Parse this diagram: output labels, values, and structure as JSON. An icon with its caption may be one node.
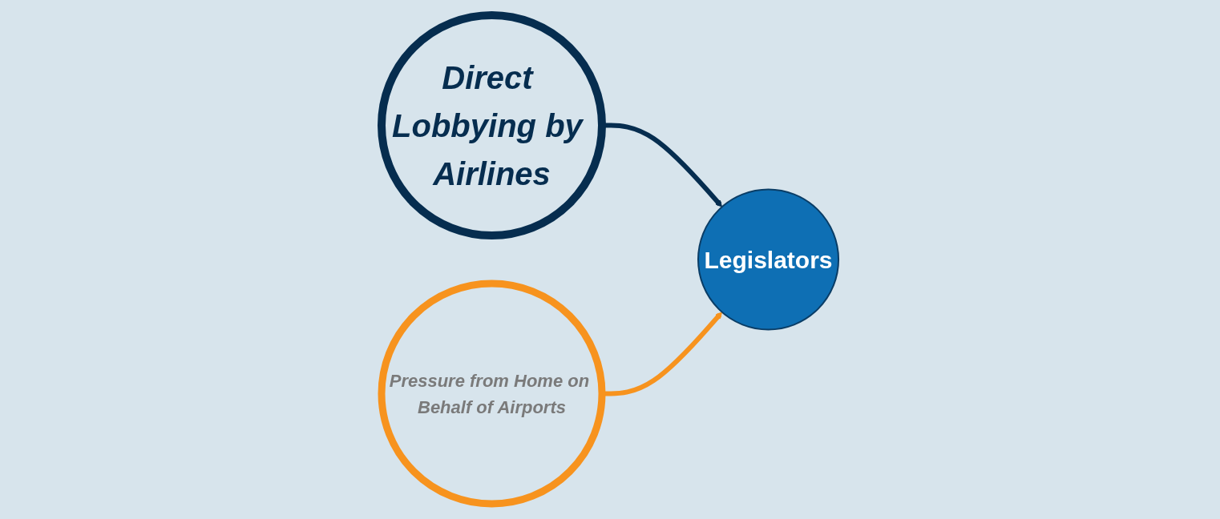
{
  "diagram": {
    "nodes": [
      {
        "text": [
          "Direct Lobbying by Airlines"
        ]
      },
      {
        "text": [
          "Legislators"
        ]
      },
      {
        "text": [
          "Pressure from Home on Behalf of Airports"
        ]
      }
    ],
    "edges": [
      {
        "from": 0,
        "to": 1,
        "arrow": "to",
        "color": "#062d4f"
      },
      {
        "from": 2,
        "to": 1,
        "arrow": "to",
        "color": "#f7931e"
      }
    ]
  }
}
